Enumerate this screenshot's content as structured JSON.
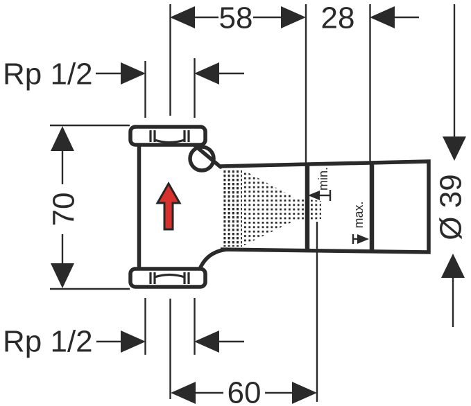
{
  "drawing": {
    "type": "installation-dimension-drawing",
    "subject": "concealed shut-off valve body with flow direction arrow",
    "labels": {
      "dim_58": "58",
      "dim_28": "28",
      "thread_top": "Rp 1/2",
      "thread_bottom": "Rp 1/2",
      "dim_70": "70",
      "dim_60": "60",
      "dim_diameter": "Ø 39",
      "depth_min": "min.",
      "depth_max": "max."
    },
    "icons": {
      "flow_arrow": "up-arrow"
    },
    "colors": {
      "line": "#2a2a2a",
      "background": "#ffffff",
      "flow_arrow": "#d8322f"
    }
  }
}
